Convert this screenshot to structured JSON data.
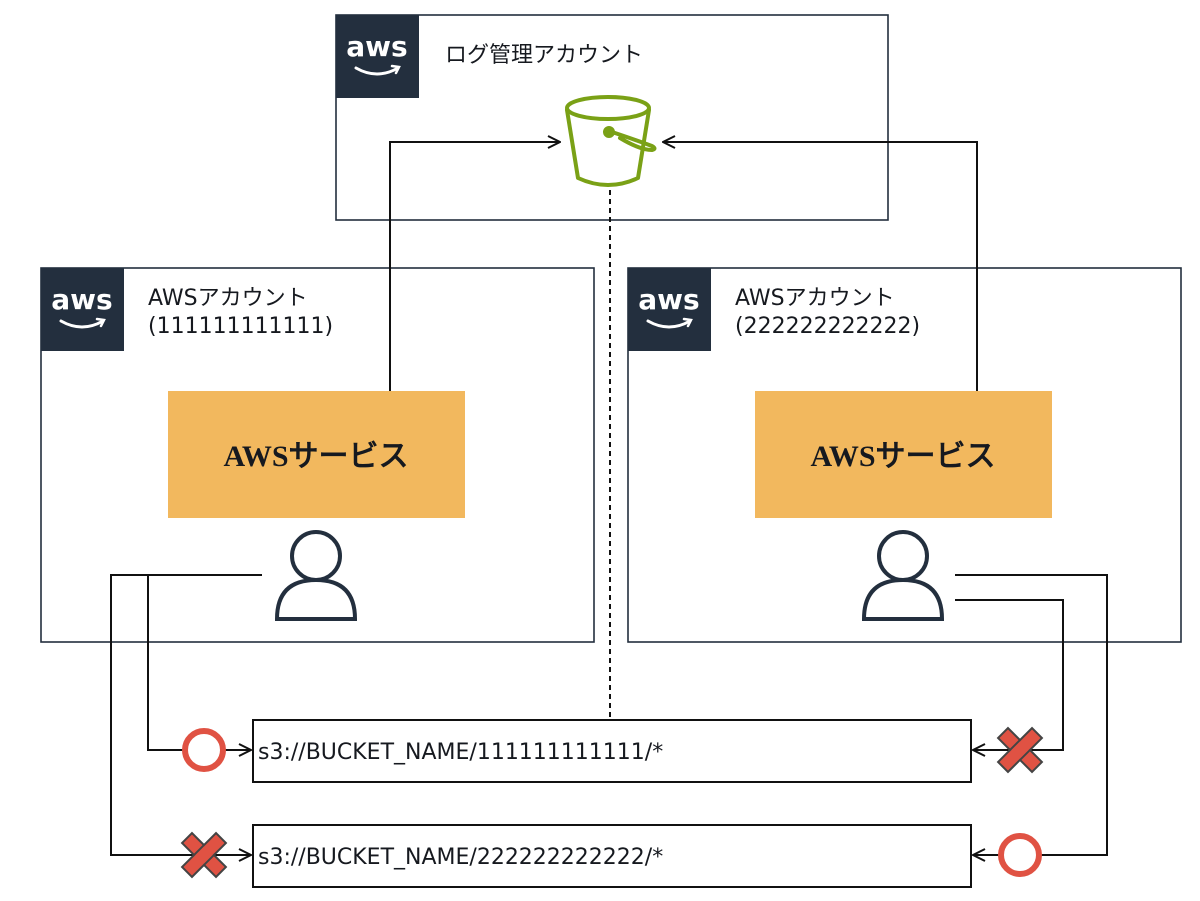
{
  "log_account": {
    "title": "ログ管理アカウント",
    "logo": "aws",
    "icon": "s3-bucket-icon"
  },
  "accounts": [
    {
      "title": "AWSアカウント",
      "id": "(111111111111)",
      "logo": "aws",
      "service_label": "AWSサービス"
    },
    {
      "title": "AWSアカウント",
      "id": "(222222222222)",
      "logo": "aws",
      "service_label": "AWSサービス"
    }
  ],
  "paths": [
    {
      "text": "s3://BUCKET_NAME/111111111111/*"
    },
    {
      "text": "s3://BUCKET_NAME/222222222222/*"
    }
  ],
  "marks": {
    "allow": "circle",
    "deny": "cross"
  },
  "colors": {
    "logo_bg": "#232f3e",
    "service_bg": "#f2b85e",
    "bucket": "#7aa116",
    "allow": "#e05243",
    "deny": "#e05243",
    "border": "#232f3e"
  }
}
